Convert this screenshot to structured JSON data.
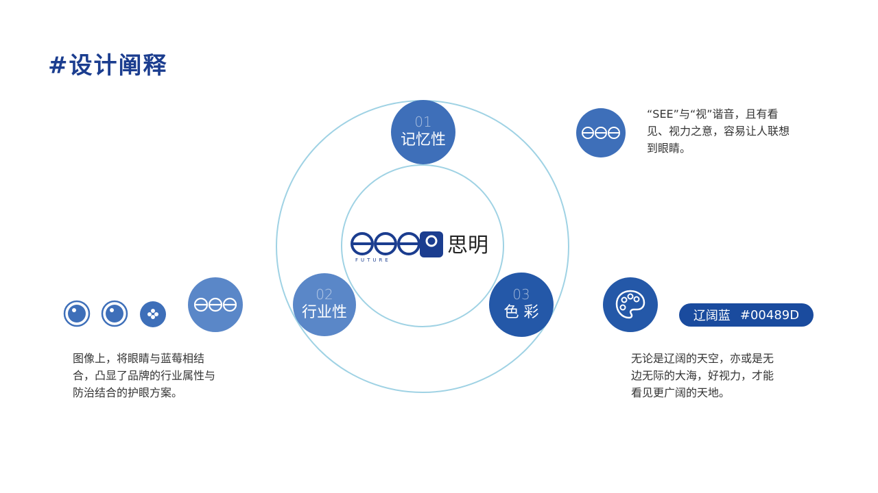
{
  "page": {
    "title": "#设计阐释"
  },
  "diagram": {
    "center_logo": {
      "cn": "思明",
      "sub": "FUTURE"
    },
    "nodes": [
      {
        "num": "01",
        "label": "记忆性"
      },
      {
        "num": "02",
        "label": "行业性"
      },
      {
        "num": "03",
        "label": "色 彩"
      }
    ]
  },
  "right_top": {
    "text": "“SEE”与“视”谐音，且有看见、视力之意，容易让人联想到眼睛。"
  },
  "left": {
    "text": "图像上，将眼睛与蓝莓相结合，凸显了品牌的行业属性与防治结合的护眼方案。"
  },
  "right_bottom": {
    "color_name": "辽阔蓝",
    "color_hex_label": "#00489D",
    "text": "无论是辽阔的天空，亦或是无边无际的大海，好视力，才能看见更广阔的天地。"
  },
  "colors": {
    "brand_blue": "#00489D",
    "ring": "#9fd2e4",
    "node1": "#3e6fb9",
    "node2": "#5a87c8",
    "node3": "#2458a8"
  },
  "icons": {
    "eye": "eye-icon",
    "berry": "blueberry-icon",
    "see": "see-logo-icon",
    "palette": "palette-icon"
  }
}
